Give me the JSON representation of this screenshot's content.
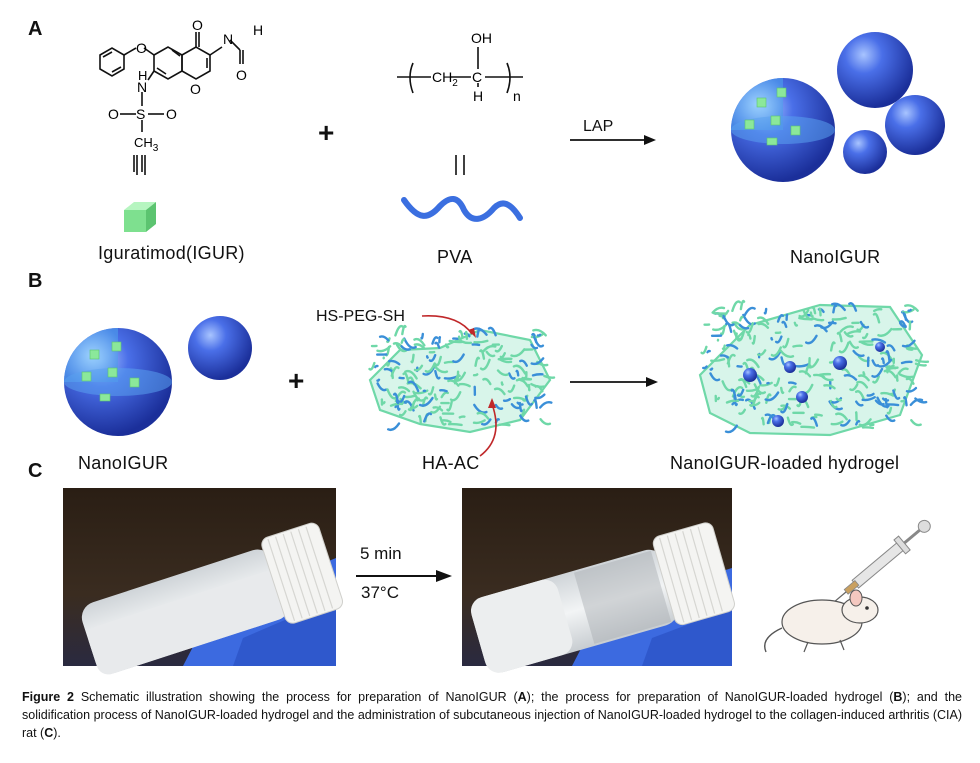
{
  "panels": {
    "a": {
      "letter": "A",
      "drug_label": "Iguratimod(IGUR)",
      "polymer_label": "PVA",
      "product_label": "NanoIGUR",
      "arrow_label": "LAP",
      "plus": "+",
      "equals": "||",
      "atoms": {
        "o": "O",
        "o2": "O",
        "h": "H",
        "n": "N",
        "n2": "N",
        "s": "S",
        "o3": "O",
        "o4": "O",
        "ch3": "CH3",
        "oh": "OH",
        "ch2": "CH2",
        "c": "C",
        "h2": "H",
        "n_sub": "n"
      }
    },
    "b": {
      "letter": "B",
      "nano_label": "NanoIGUR",
      "crosslinker_label": "HS-PEG-SH",
      "polymer_label": "HA-AC",
      "product_label": "NanoIGUR-loaded hydrogel",
      "plus": "+"
    },
    "c": {
      "letter": "C",
      "time_label": "5 min",
      "temp_label": "37°C"
    }
  },
  "caption": {
    "figure_label": "Figure 2",
    "part1": " Schematic illustration showing the process for preparation of NanoIGUR (",
    "A": "A",
    "part2": "); the process for preparation of NanoIGUR-loaded hydrogel (",
    "B": "B",
    "part3": "); and the solidification process of NanoIGUR-loaded hydrogel and the administration of subcutaneous injection of NanoIGUR-loaded hydrogel to the collagen-induced arthritis (CIA) rat (",
    "C": "C",
    "part4": ")."
  },
  "colors": {
    "sphere": "#3f5fd8",
    "sphere_dark": "#2038a8",
    "cube": "#8be89a",
    "hydrogel": "#6fd8a8",
    "hydrogel_blue": "#3a8fd8",
    "arrow_red": "#c0282a"
  }
}
